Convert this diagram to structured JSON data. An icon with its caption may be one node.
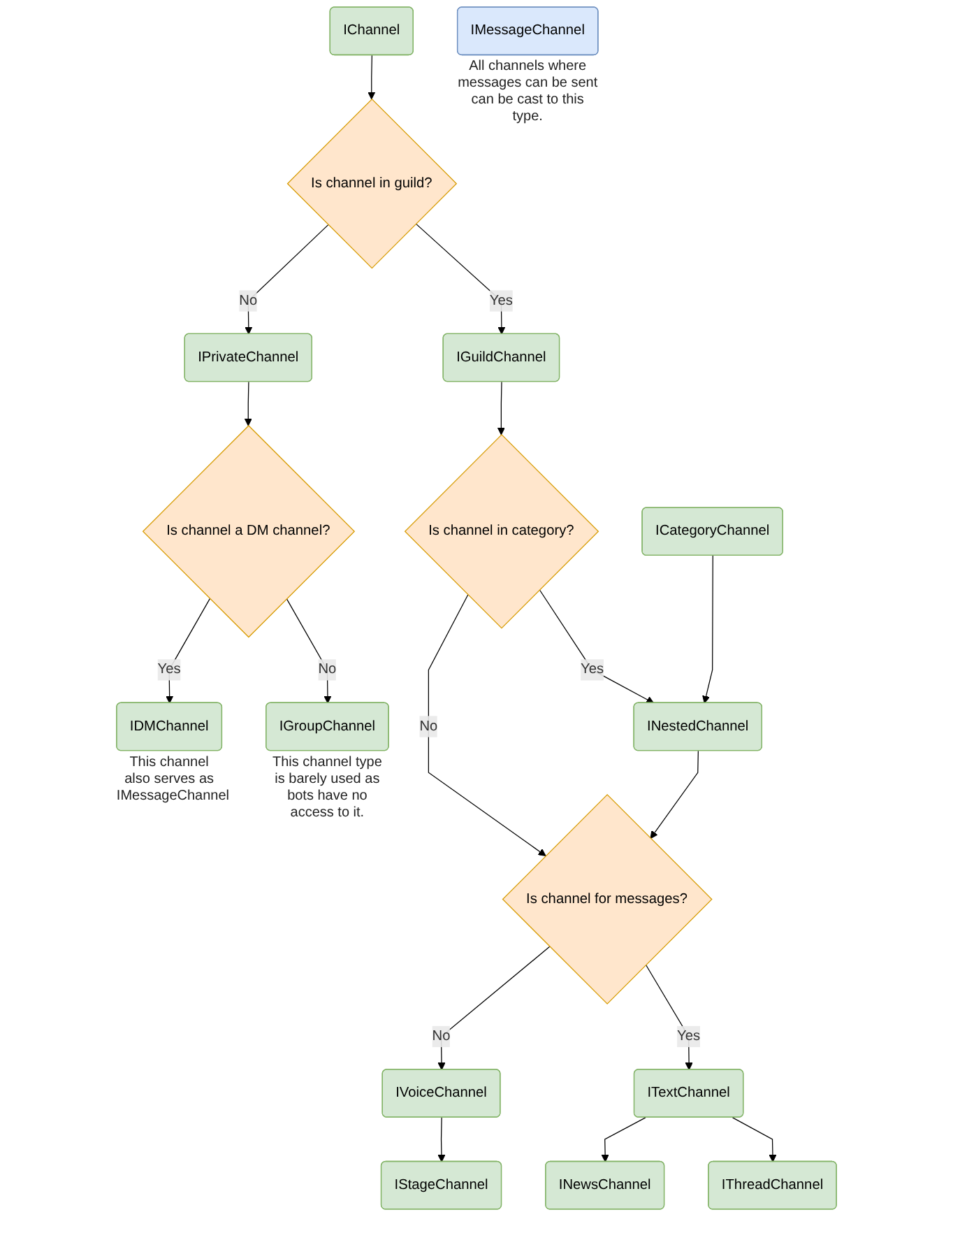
{
  "diagram": {
    "nodes": [
      {
        "text": [
          "IDMChannel"
        ],
        "beside": [
          "This channel also serves as IMessageChannel"
        ]
      },
      {
        "text": [
          "IChannel"
        ]
      },
      {
        "text": [
          "IMessageChannel"
        ],
        "beside": [
          "All channels where messages can be sent can be cast to this type."
        ]
      },
      {
        "text": [
          "IPrivateChannel"
        ]
      },
      {
        "text": [
          "Is channel in guild?"
        ]
      },
      {
        "text": [
          "Is channel a DM channel?"
        ]
      },
      {
        "text": [
          "IGuildChannel"
        ]
      },
      {
        "text": [
          "ICategoryChannel"
        ]
      },
      {
        "text": [
          "IGroupChannel"
        ],
        "beside": [
          "This channel type is barely used as bots have no access to it."
        ]
      },
      {
        "text": [
          "Is channel in category?"
        ]
      },
      {
        "text": [
          "INestedChannel"
        ]
      },
      {
        "text": [
          "IVoiceChannel"
        ]
      },
      {
        "text": [
          "Is channel for messages?"
        ]
      },
      {
        "text": [
          "IStageChannel"
        ]
      },
      {
        "text": [
          "ITextChannel"
        ]
      },
      {
        "text": [
          "INewsChannel"
        ]
      },
      {
        "text": [
          "IThreadChannel"
        ]
      }
    ],
    "edges": [
      {
        "from": 1,
        "to": 4,
        "arrow": "to"
      },
      {
        "from": 4,
        "to": 3,
        "arrow": "to",
        "label": "No"
      },
      {
        "from": 3,
        "to": 5,
        "arrow": "to"
      },
      {
        "from": 5,
        "to": 0,
        "arrow": "to",
        "label": "Yes"
      },
      {
        "from": 5,
        "to": 8,
        "arrow": "to",
        "label": "No"
      },
      {
        "from": 4,
        "to": 6,
        "arrow": "to",
        "label": "Yes"
      },
      {
        "from": 6,
        "to": 9,
        "arrow": "to"
      },
      {
        "from": 9,
        "to": 10,
        "arrow": "to",
        "label": "Yes"
      },
      {
        "from": 7,
        "to": 10,
        "arrow": "to"
      },
      {
        "from": 9,
        "to": 12,
        "arrow": "to",
        "label": "No"
      },
      {
        "from": 10,
        "to": 12,
        "arrow": "to"
      },
      {
        "from": 12,
        "to": 11,
        "arrow": "to",
        "label": "No"
      },
      {
        "from": 11,
        "to": 13,
        "arrow": "to"
      },
      {
        "from": 12,
        "to": 14,
        "arrow": "to",
        "label": "Yes"
      },
      {
        "from": 14,
        "to": 15,
        "arrow": "to"
      },
      {
        "from": 14,
        "to": 16,
        "arrow": "to"
      }
    ]
  }
}
